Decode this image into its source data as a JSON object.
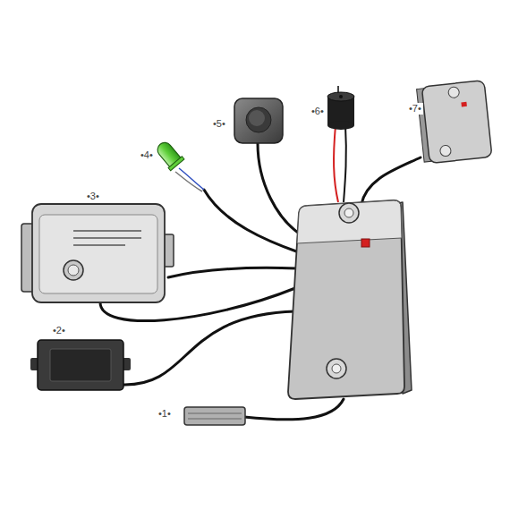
{
  "diagram": {
    "labels": [
      "•5•",
      "•6•",
      "•7•",
      "•4•",
      "•3•",
      "•2•",
      "•1•"
    ]
  }
}
